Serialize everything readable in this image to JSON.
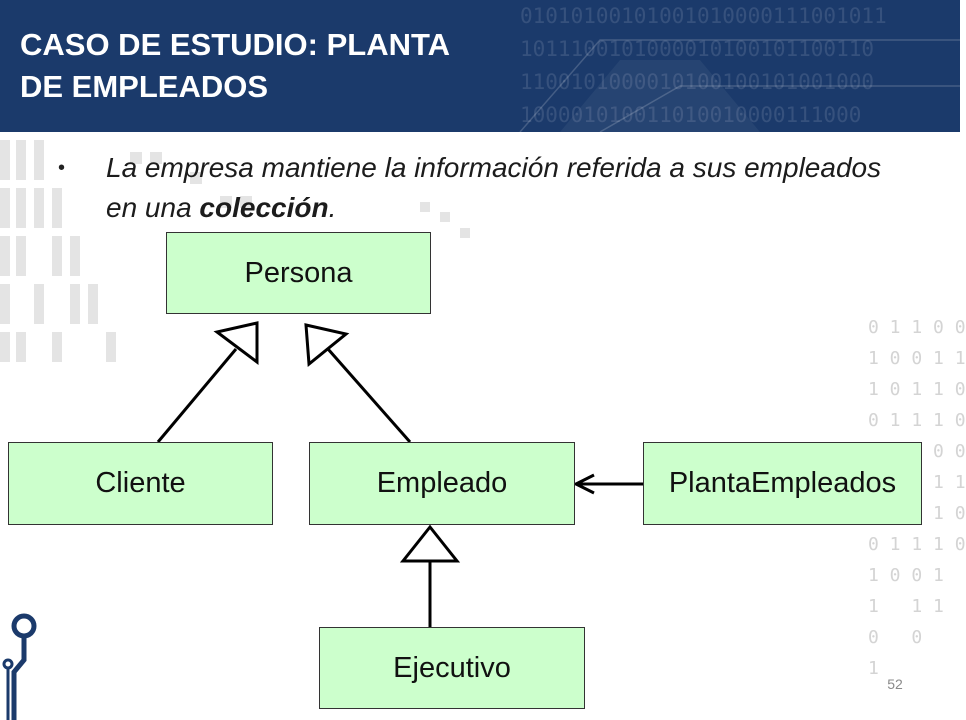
{
  "slide": {
    "title_line1": "CASO DE ESTUDIO: PLANTA",
    "title_line2": "DE EMPLEADOS",
    "bullet_marker": "•",
    "bullet_text_1": "La empresa mantiene la información referida a sus empleados en una ",
    "bullet_emphasis": "colección",
    "bullet_text_2": ".",
    "page_number": "52"
  },
  "decoration": {
    "header_binary": "01010100101001010000111001011\n1011100101000010100101100110\n1100101000010100100101001000\n100001010011010010000111000",
    "side_binary": "0 1 1 0 0\n1 0 0 1 1\n1 0 1 1 0\n0 1 1 1 0\n0 1 1 0 0\n1 0 0 1 1\n1 0 1 1 0\n0 1 1 1 0\n1 0 0 1\n1   1 1\n0   0\n1"
  },
  "diagram": {
    "classes": {
      "persona": "Persona",
      "cliente": "Cliente",
      "empleado": "Empleado",
      "planta": "PlantaEmpleados",
      "ejecutivo": "Ejecutivo"
    },
    "relations": [
      {
        "from": "Cliente",
        "to": "Persona",
        "type": "generalization"
      },
      {
        "from": "Empleado",
        "to": "Persona",
        "type": "generalization"
      },
      {
        "from": "Ejecutivo",
        "to": "Empleado",
        "type": "generalization"
      },
      {
        "from": "PlantaEmpleados",
        "to": "Empleado",
        "type": "association"
      }
    ]
  },
  "colors": {
    "header": "#1b3a6b",
    "class_fill": "#ccffcc"
  }
}
